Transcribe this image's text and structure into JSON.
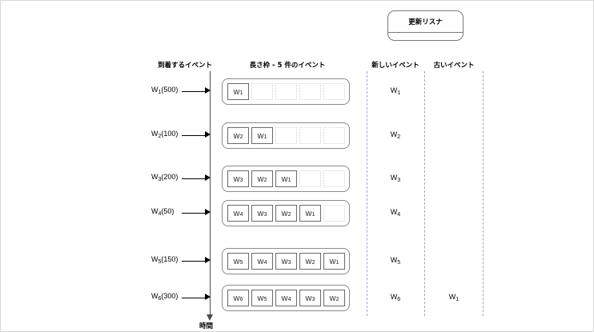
{
  "diagram": {
    "listener": {
      "title": "更新リスナ"
    },
    "headers": {
      "arriving": "到着するイベント",
      "window": "長さ枠 - 5 件のイベント",
      "new_events": "新しいイベント",
      "old_events": "古いイベント"
    },
    "axis": {
      "caption": "時間"
    },
    "window_capacity": 5,
    "rows": [
      {
        "arrival_label": "W",
        "arrival_index": "1",
        "arrival_value": "(500)",
        "slots": [
          "W1",
          "",
          "",
          "",
          ""
        ],
        "new_event": "W1",
        "old_event": ""
      },
      {
        "arrival_label": "W",
        "arrival_index": "2",
        "arrival_value": "(100)",
        "slots": [
          "W2",
          "W1",
          "",
          "",
          ""
        ],
        "new_event": "W2",
        "old_event": ""
      },
      {
        "arrival_label": "W",
        "arrival_index": "3",
        "arrival_value": "(200)",
        "slots": [
          "W3",
          "W2",
          "W1",
          "",
          ""
        ],
        "new_event": "W3",
        "old_event": ""
      },
      {
        "arrival_label": "W",
        "arrival_index": "4",
        "arrival_value": "(50)",
        "slots": [
          "W4",
          "W3",
          "W2",
          "W1",
          ""
        ],
        "new_event": "W4",
        "old_event": ""
      },
      {
        "arrival_label": "W",
        "arrival_index": "5",
        "arrival_value": "(150)",
        "slots": [
          "W5",
          "W4",
          "W3",
          "W2",
          "W1"
        ],
        "new_event": "W5",
        "old_event": ""
      },
      {
        "arrival_label": "W",
        "arrival_index": "6",
        "arrival_value": "(300)",
        "slots": [
          "W6",
          "W5",
          "W4",
          "W3",
          "W2"
        ],
        "new_event": "W6",
        "old_event": "W1"
      }
    ],
    "colors": {
      "outline": "#8a8a8a",
      "axis": "#4a4a4a",
      "lane_separator": "#9aa7c7",
      "empty_slot": "#d2d2d2",
      "text": "#1a1a1a"
    }
  }
}
